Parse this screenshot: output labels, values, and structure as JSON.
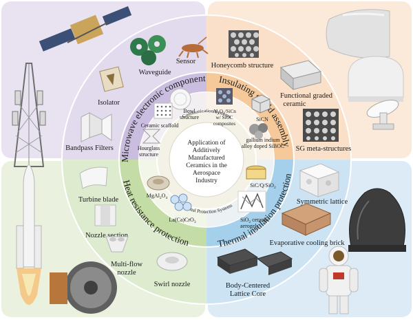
{
  "center": {
    "lines": [
      "Application of",
      "Additively",
      "Manufactured",
      "Ceramics in the",
      "Aerospace",
      "Industry"
    ]
  },
  "ring_middle": {
    "top": "Communication Systems",
    "bottom": "Thermal Protection Systems"
  },
  "ring_outer": {
    "top_left": "Microwave electronic components",
    "top_right": "Insulating shield assembly",
    "bottom_left": "Heat resistance protection",
    "bottom_right": "Thermal insulation protection"
  },
  "labels": {
    "waveguide": "Waveguide",
    "sensor": "Sensor",
    "isolator": "Isolator",
    "bowl_structure": [
      "Bowl",
      "structure"
    ],
    "ceramic_scaffold": "Ceramic scaffold",
    "bandpass_filters": "Bandpass Filters",
    "hourglass_structure": [
      "Hourglass",
      "structure"
    ],
    "honeycomb_structure": "Honeycomb structure",
    "functional_graded": [
      "Functional graded",
      "ceramic"
    ],
    "al2o3_sicn": [
      "Al",
      "O",
      "/SiCn",
      "w/ SiOC",
      "composites"
    ],
    "sicn": "SiCN",
    "gallium": [
      "gallium indium",
      "alloy doped SiBOC"
    ],
    "sg_meta": "SG meta-structures",
    "turbine_blade": "Turbine blade",
    "mgal2o4": "MgAl",
    "la_ca_cro3": "La(Ca)CrO",
    "nozzle_section": "Nozzle section",
    "multi_flow_nozzle": [
      "Multi-flow",
      "nozzle"
    ],
    "swirl_nozzle": "Swirl nozzle",
    "sic_q_sio2": "SiC/Q/SiO",
    "sio2_aerogels": [
      "SiO",
      " ceramic",
      "aerogels"
    ],
    "symmetric_lattice": "Symmetric lattice",
    "evaporative_cooling_brick": "Evaporative cooling brick",
    "bcc_lattice_core": [
      "Body-Centered",
      "Lattice Core"
    ]
  },
  "subscripts": {
    "two": "2",
    "three": "3",
    "four": "4"
  },
  "colors": {
    "quad_top_left": "#e9e3f1",
    "quad_top_right": "#fbe9d9",
    "quad_bottom_left": "#eaf2df",
    "quad_bottom_right": "#dcebf6",
    "ring_purple": "#d9cfe8",
    "ring_orange": "#f8d9b9",
    "ring_green": "#d5e6bf",
    "ring_blue": "#bcdcf0",
    "inner_ring": "#f4f1e6",
    "core": "#ffffff"
  },
  "icons": [
    "satellite-icon",
    "comm-tower-icon",
    "rocket-icon",
    "jet-engine-icon",
    "nose-cone-icon",
    "radome-icon",
    "dish-antenna-icon",
    "capsule-icon",
    "astronaut-icon"
  ]
}
